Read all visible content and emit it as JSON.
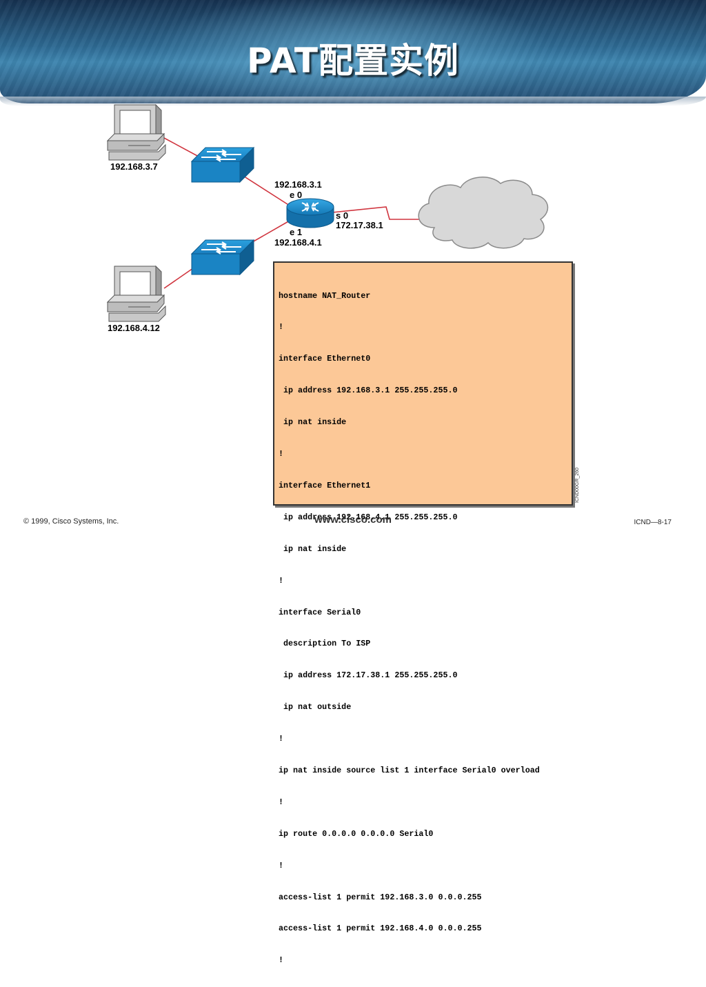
{
  "slide": {
    "title": "PAT配置实例"
  },
  "diagram": {
    "hosts": [
      {
        "ip": "192.168.3.7"
      },
      {
        "ip": "192.168.4.12"
      }
    ],
    "router": {
      "e0_ip": "192.168.3.1",
      "e0_label": "e 0",
      "s0_label": "s 0",
      "s0_ip": "172.17.38.1",
      "e1_label": "e 1",
      "e1_ip": "192.168.4.1"
    },
    "colors": {
      "link": "#d0343e",
      "switch": "#1a84c4",
      "router": "#1a84c4",
      "cloud": "#d8d8d8",
      "config_bg": "#fcc897"
    },
    "icons": [
      "pc-icon",
      "switch-icon",
      "router-icon",
      "cloud-icon"
    ]
  },
  "config": {
    "lines": [
      "hostname NAT_Router",
      "!",
      "interface Ethernet0",
      " ip address 192.168.3.1 255.255.255.0",
      " ip nat inside",
      "!",
      "interface Ethernet1",
      " ip address 192.168.4.1 255.255.255.0",
      " ip nat inside",
      "!",
      "interface Serial0",
      " description To ISP",
      " ip address 172.17.38.1 255.255.255.0",
      " ip nat outside",
      "!",
      "ip nat inside source list 1 interface Serial0 overload",
      "!",
      "ip route 0.0.0.0 0.0.0.0 Serial0",
      "!",
      "access-list 1 permit 192.168.3.0 0.0.0.255",
      "access-list 1 permit 192.168.4.0 0.0.0.255",
      "!"
    ],
    "figure_tag": "ICND00GR_260"
  },
  "footer": {
    "copyright": "© 1999, Cisco Systems, Inc.",
    "url": "www.cisco.com",
    "page": "ICND—8-17"
  }
}
